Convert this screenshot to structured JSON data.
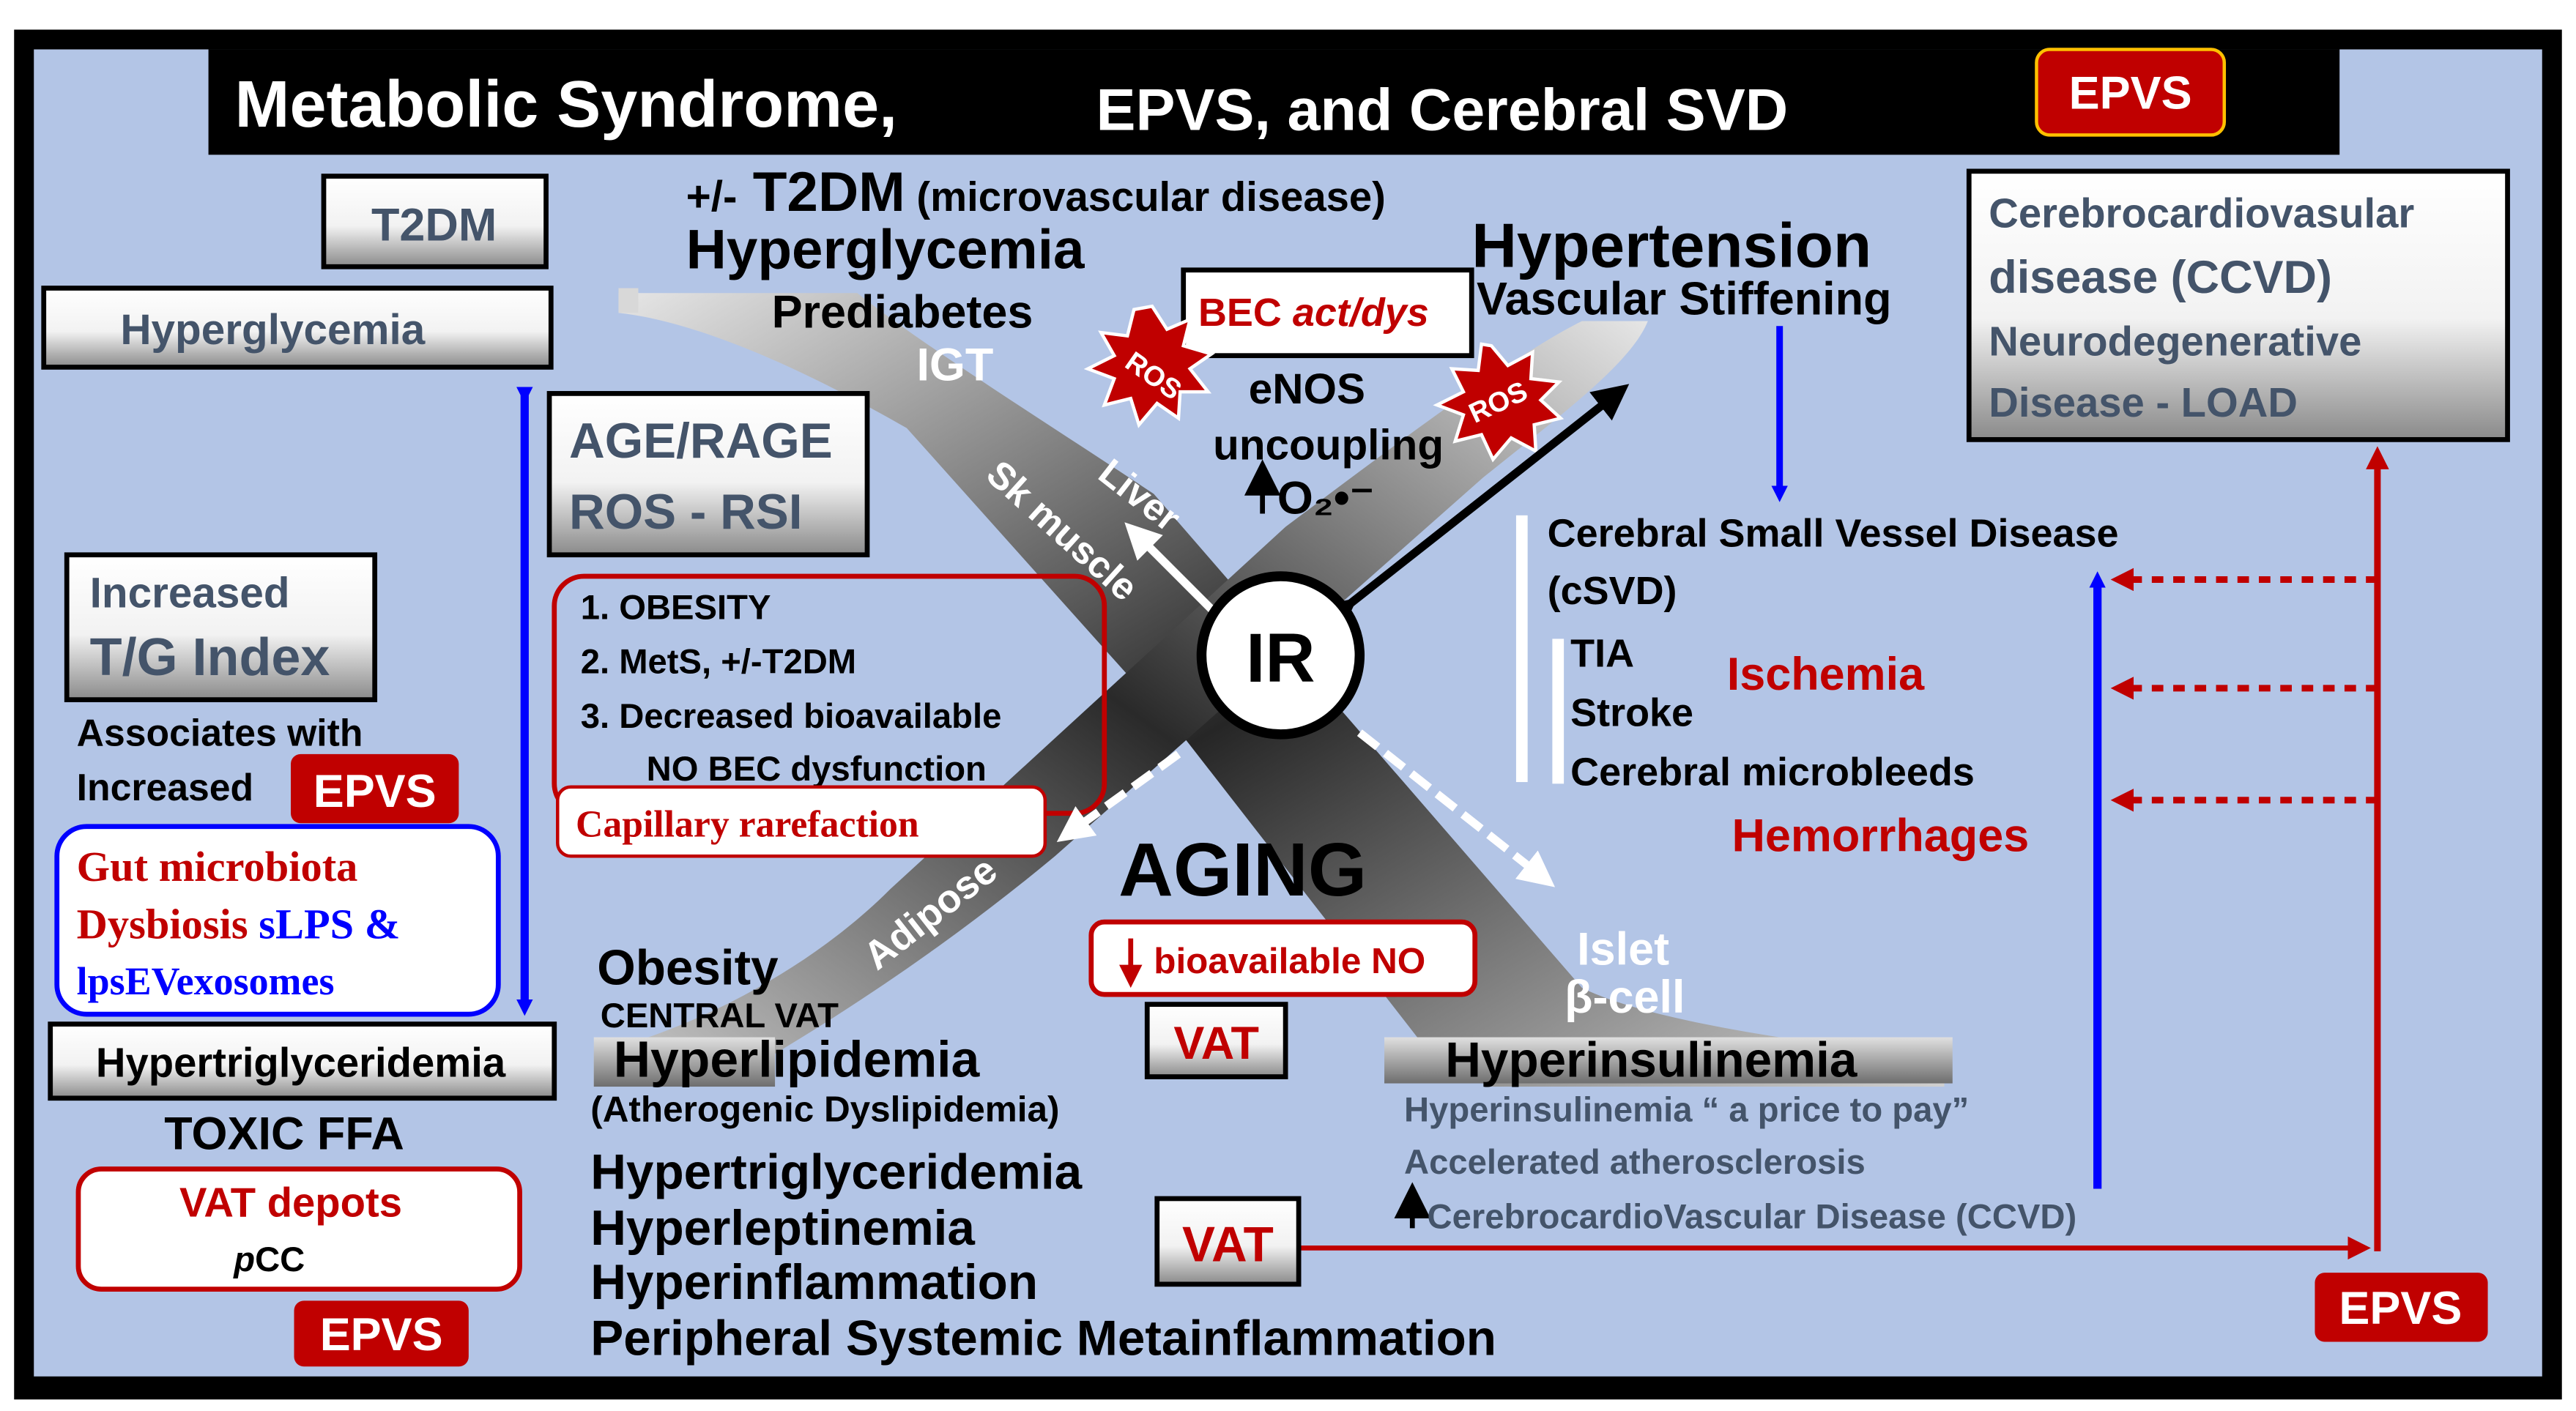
{
  "title": {
    "main": "Metabolic Syndrome,",
    "rest": " EPVS, and Cerebral SVD",
    "badge": "EPVS"
  },
  "left_panel": {
    "t2dm": "T2DM",
    "hyperglycemia": "Hyperglycemia",
    "tg_line1": "Increased",
    "tg_line2": "T/G Index",
    "assoc_line1": "Associates with",
    "assoc_line2": "Increased",
    "assoc_badge": "EPVS",
    "gut_line1": "Gut microbiota",
    "gut_line2a": "Dysbiosis",
    "gut_line2b": " sLPS &",
    "gut_line3": "lpsEVexosomes",
    "hypertrig": "Hypertriglyceridemia",
    "toxic_ffa": "TOXIC FFA",
    "vat_depots": "VAT depots",
    "pcc_italic": "p",
    "pcc_rest": "CC",
    "bottom_badge": "EPVS"
  },
  "age_rage": {
    "line1": "AGE/RAGE",
    "line2": "ROS - RSI"
  },
  "obesity_list": {
    "item1": "1.   OBESITY",
    "item2": "2.   MetS,  +/-T2DM",
    "item3": "3.   Decreased bioavailable",
    "item3b": "NO BEC dysfunction",
    "capillary": "Capillary rarefaction"
  },
  "top_center": {
    "t2dm_prefix": "+/-",
    "t2dm_big": " T2DM",
    "t2dm_suffix": " (microvascular disease)",
    "hyperglycemia": "Hyperglycemia",
    "prediabetes": "Prediabetes",
    "igt": "IGT",
    "bec": "BEC",
    "bec_italic": "act/dys",
    "ros": "ROS",
    "enos": "eNOS",
    "uncoupling": "uncoupling",
    "o2": "O₂•⁻",
    "liver": "Liver",
    "sk_muscle": "Sk muscle"
  },
  "hypertension": {
    "line1": "Hypertension",
    "line2": "Vascular Stiffening"
  },
  "center": {
    "ir": "IR",
    "aging": "AGING",
    "bioavailable": "bioavailable NO",
    "vat": "VAT",
    "adipose": "Adipose",
    "islet": "Islet",
    "beta_cell": "β-cell"
  },
  "obesity_bottom": {
    "obesity": "Obesity",
    "central_vat": "CENTRAL VAT",
    "hyperlipidemia": "Hyperlipidemia",
    "atherogenic": "(Atherogenic Dyslipidemia)",
    "hypertrig": "Hypertriglyceridemia",
    "hyperleptinemia": "Hyperleptinemia",
    "hyperinflammation": "Hyperinflammation",
    "peripheral": "Peripheral Systemic Metainflammation"
  },
  "hyperinsulinemia": {
    "title": "Hyperinsulinemia",
    "line1": "Hyperinsulinemia “ a price to pay”",
    "line2": "Accelerated atherosclerosis",
    "line3": "CerebrocardioVascular Disease (CCVD)"
  },
  "csvd": {
    "line1": "Cerebral Small Vessel Disease",
    "line2": "(cSVD)",
    "tia": "TIA",
    "stroke": "Stroke",
    "microbleeds": "Cerebral microbleeds",
    "ischemia": "Ischemia",
    "hemorrhages": "Hemorrhages"
  },
  "ccvd_box": {
    "line1": "Cerebrocardiovasular",
    "line2": "disease (CCVD)",
    "line3": "Neurodegenerative",
    "line4": "Disease - LOAD"
  },
  "bottom_right": {
    "vat": "VAT",
    "epvs": "EPVS"
  },
  "colors": {
    "background": "#b3c5e6",
    "frame": "#000000",
    "red": "#c00000",
    "blue": "#0000ff",
    "slate": "#44546a"
  }
}
